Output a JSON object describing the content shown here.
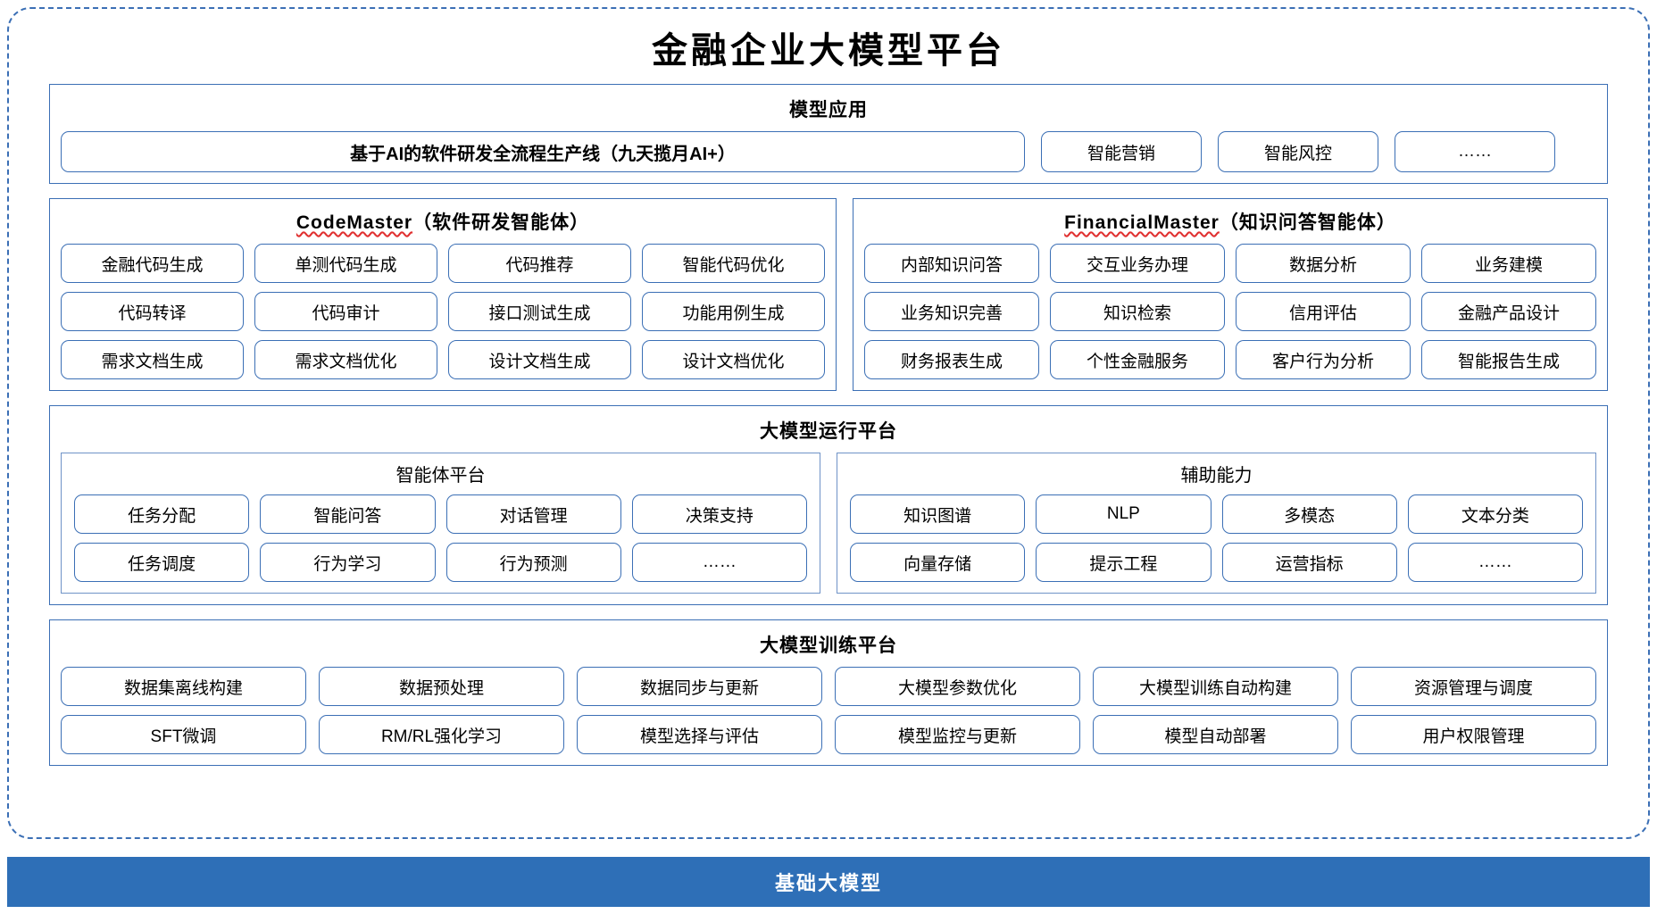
{
  "title": "金融企业大模型平台",
  "model_application": {
    "heading": "模型应用",
    "primary": "基于AI的软件研发全流程生产线（九天揽月AI+）",
    "items": [
      "智能营销",
      "智能风控",
      "……"
    ]
  },
  "code_master": {
    "name": "CodeMaster",
    "suffix": "（软件研发智能体）",
    "items": [
      "金融代码生成",
      "单测代码生成",
      "代码推荐",
      "智能代码优化",
      "代码转译",
      "代码审计",
      "接口测试生成",
      "功能用例生成",
      "需求文档生成",
      "需求文档优化",
      "设计文档生成",
      "设计文档优化"
    ]
  },
  "financial_master": {
    "name": "FinancialMaster",
    "suffix": "（知识问答智能体）",
    "items": [
      "内部知识问答",
      "交互业务办理",
      "数据分析",
      "业务建模",
      "业务知识完善",
      "知识检索",
      "信用评估",
      "金融产品设计",
      "财务报表生成",
      "个性金融服务",
      "客户行为分析",
      "智能报告生成"
    ]
  },
  "runtime_platform": {
    "heading": "大模型运行平台",
    "agent_platform": {
      "title": "智能体平台",
      "items": [
        "任务分配",
        "智能问答",
        "对话管理",
        "决策支持",
        "任务调度",
        "行为学习",
        "行为预测",
        "……"
      ]
    },
    "auxiliary": {
      "title": "辅助能力",
      "items": [
        "知识图谱",
        "NLP",
        "多模态",
        "文本分类",
        "向量存储",
        "提示工程",
        "运营指标",
        "……"
      ]
    }
  },
  "training_platform": {
    "heading": "大模型训练平台",
    "items": [
      "数据集离线构建",
      "数据预处理",
      "数据同步与更新",
      "大模型参数优化",
      "大模型训练自动构建",
      "资源管理与调度",
      "SFT微调",
      "RM/RL强化学习",
      "模型选择与评估",
      "模型监控与更新",
      "模型自动部署",
      "用户权限管理"
    ]
  },
  "foundation": {
    "label": "基础大模型"
  },
  "colors": {
    "accent": "#3b6fb5",
    "footer": "#2e6fb7",
    "spellcheck": "#e03030"
  }
}
